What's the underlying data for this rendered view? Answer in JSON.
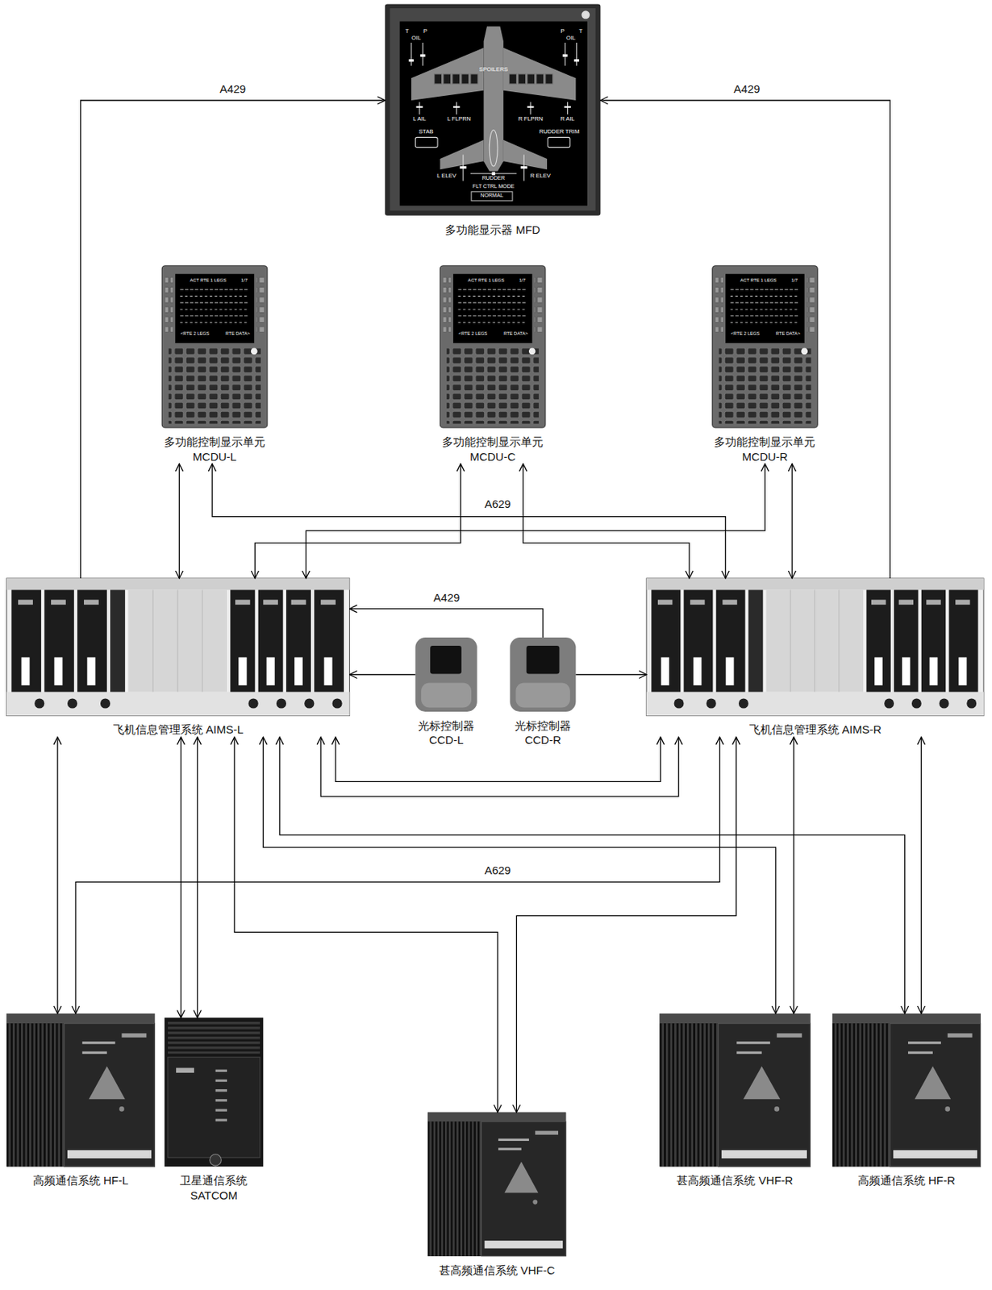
{
  "diagram": {
    "nodes": [
      {
        "text": [
          "多功能显示器 MFD"
        ]
      },
      {
        "text": [
          "多功能控制显示单元 MCDU-L"
        ]
      },
      {
        "text": [
          "多功能控制显示单元 MCDU-C"
        ]
      },
      {
        "text": [
          "多功能控制显示单元 MCDU-R"
        ]
      },
      {
        "text": [
          "飞机信息管理系统 AIMS-L"
        ]
      },
      {
        "text": [
          "光标控制器 CCD-L"
        ]
      },
      {
        "text": [
          "光标控制器 CCD-R"
        ]
      },
      {
        "text": [
          "飞机信息管理系统 AIMS-R"
        ]
      },
      {
        "text": [
          "高频通信系统 HF-L"
        ]
      },
      {
        "text": [
          "卫星通信系统 SATCOM"
        ]
      },
      {
        "text": [
          "甚高频通信系统 VHF-C"
        ]
      },
      {
        "text": [
          "甚高频通信系统 VHF-R"
        ]
      },
      {
        "text": [
          "高频通信系统 HF-R"
        ]
      }
    ],
    "edges": [
      {
        "from": 4,
        "to": 0,
        "arrow": "to",
        "label": "A429"
      },
      {
        "from": 7,
        "to": 0,
        "arrow": "to",
        "label": "A429"
      },
      {
        "from": 1,
        "to": 4,
        "arrow": "both"
      },
      {
        "from": 1,
        "to": 7,
        "arrow": "both",
        "label": "A629"
      },
      {
        "from": 2,
        "to": 4,
        "arrow": "both"
      },
      {
        "from": 2,
        "to": 7,
        "arrow": "both"
      },
      {
        "from": 3,
        "to": 4,
        "arrow": "both"
      },
      {
        "from": 3,
        "to": 7,
        "arrow": "both"
      },
      {
        "from": 5,
        "to": 4,
        "arrow": "to"
      },
      {
        "from": 6,
        "to": 4,
        "arrow": "to",
        "label": "A429"
      },
      {
        "from": 6,
        "to": 7,
        "arrow": "to"
      },
      {
        "from": 4,
        "to": 7,
        "arrow": "both"
      },
      {
        "from": 4,
        "to": 7,
        "arrow": "both"
      },
      {
        "from": 4,
        "to": 8,
        "arrow": "both"
      },
      {
        "from": 7,
        "to": 8,
        "arrow": "both",
        "label": "A629"
      },
      {
        "from": 4,
        "to": 9,
        "arrow": "both"
      },
      {
        "from": 4,
        "to": 9,
        "arrow": "both"
      },
      {
        "from": 4,
        "to": 10,
        "arrow": "both"
      },
      {
        "from": 7,
        "to": 10,
        "arrow": "both"
      },
      {
        "from": 4,
        "to": 11,
        "arrow": "both"
      },
      {
        "from": 7,
        "to": 11,
        "arrow": "both"
      },
      {
        "from": 4,
        "to": 12,
        "arrow": "both"
      },
      {
        "from": 7,
        "to": 12,
        "arrow": "both"
      }
    ],
    "labels": [
      "T",
      "OIL",
      "P",
      "P",
      "OIL",
      "T",
      "SPOILERS",
      "L AIL",
      "L FLPRN",
      "R FLPRN",
      "R AIL",
      "STAB",
      "RUDDER TRIM",
      "L ELEV",
      "R ELEV",
      "RUDDER",
      "FLT CTRL MODE",
      "NORMAL",
      "ACT RTE 1 LEGS",
      "1/7",
      "<RTE 2 LEGS",
      "RTE DATA>",
      "ACT RTE 1 LEGS",
      "1/7",
      "<RTE 2 LEGS",
      "RTE DATA>",
      "ACT RTE 1 LEGS",
      "1/7",
      "<RTE 2 LEGS",
      "RTE DATA>"
    ]
  }
}
